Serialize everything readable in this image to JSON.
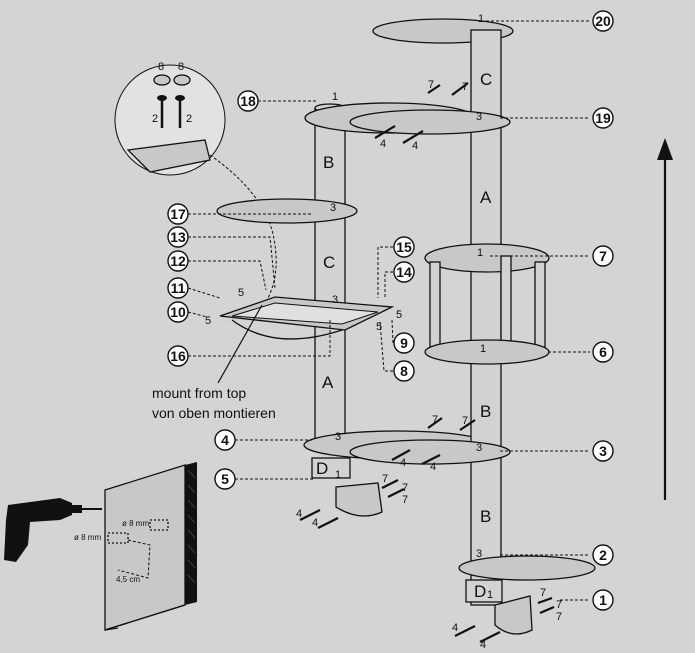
{
  "callouts": [
    "1",
    "2",
    "3",
    "4",
    "5",
    "6",
    "7",
    "8",
    "9",
    "10",
    "11",
    "12",
    "13",
    "14",
    "15",
    "16",
    "17",
    "18",
    "19",
    "20"
  ],
  "post_letters": {
    "left": [
      "B",
      "C",
      "A",
      "D"
    ],
    "right": [
      "C",
      "A",
      "B",
      "B",
      "D"
    ]
  },
  "part_numbers": {
    "n1": "1",
    "n2": "2",
    "n3": "3",
    "n4": "4",
    "n5": "5",
    "n7": "7",
    "n8": "8"
  },
  "notes": {
    "mount_en": "mount from top",
    "mount_de": "von oben montieren"
  },
  "wall": {
    "hole1": "ø 8 mm",
    "hole2": "ø 8 mm",
    "spacing": "4,5 cm"
  },
  "colors": {
    "background": "#d4d4d4",
    "line": "#111111",
    "part_fill": "#c8c8c8"
  }
}
